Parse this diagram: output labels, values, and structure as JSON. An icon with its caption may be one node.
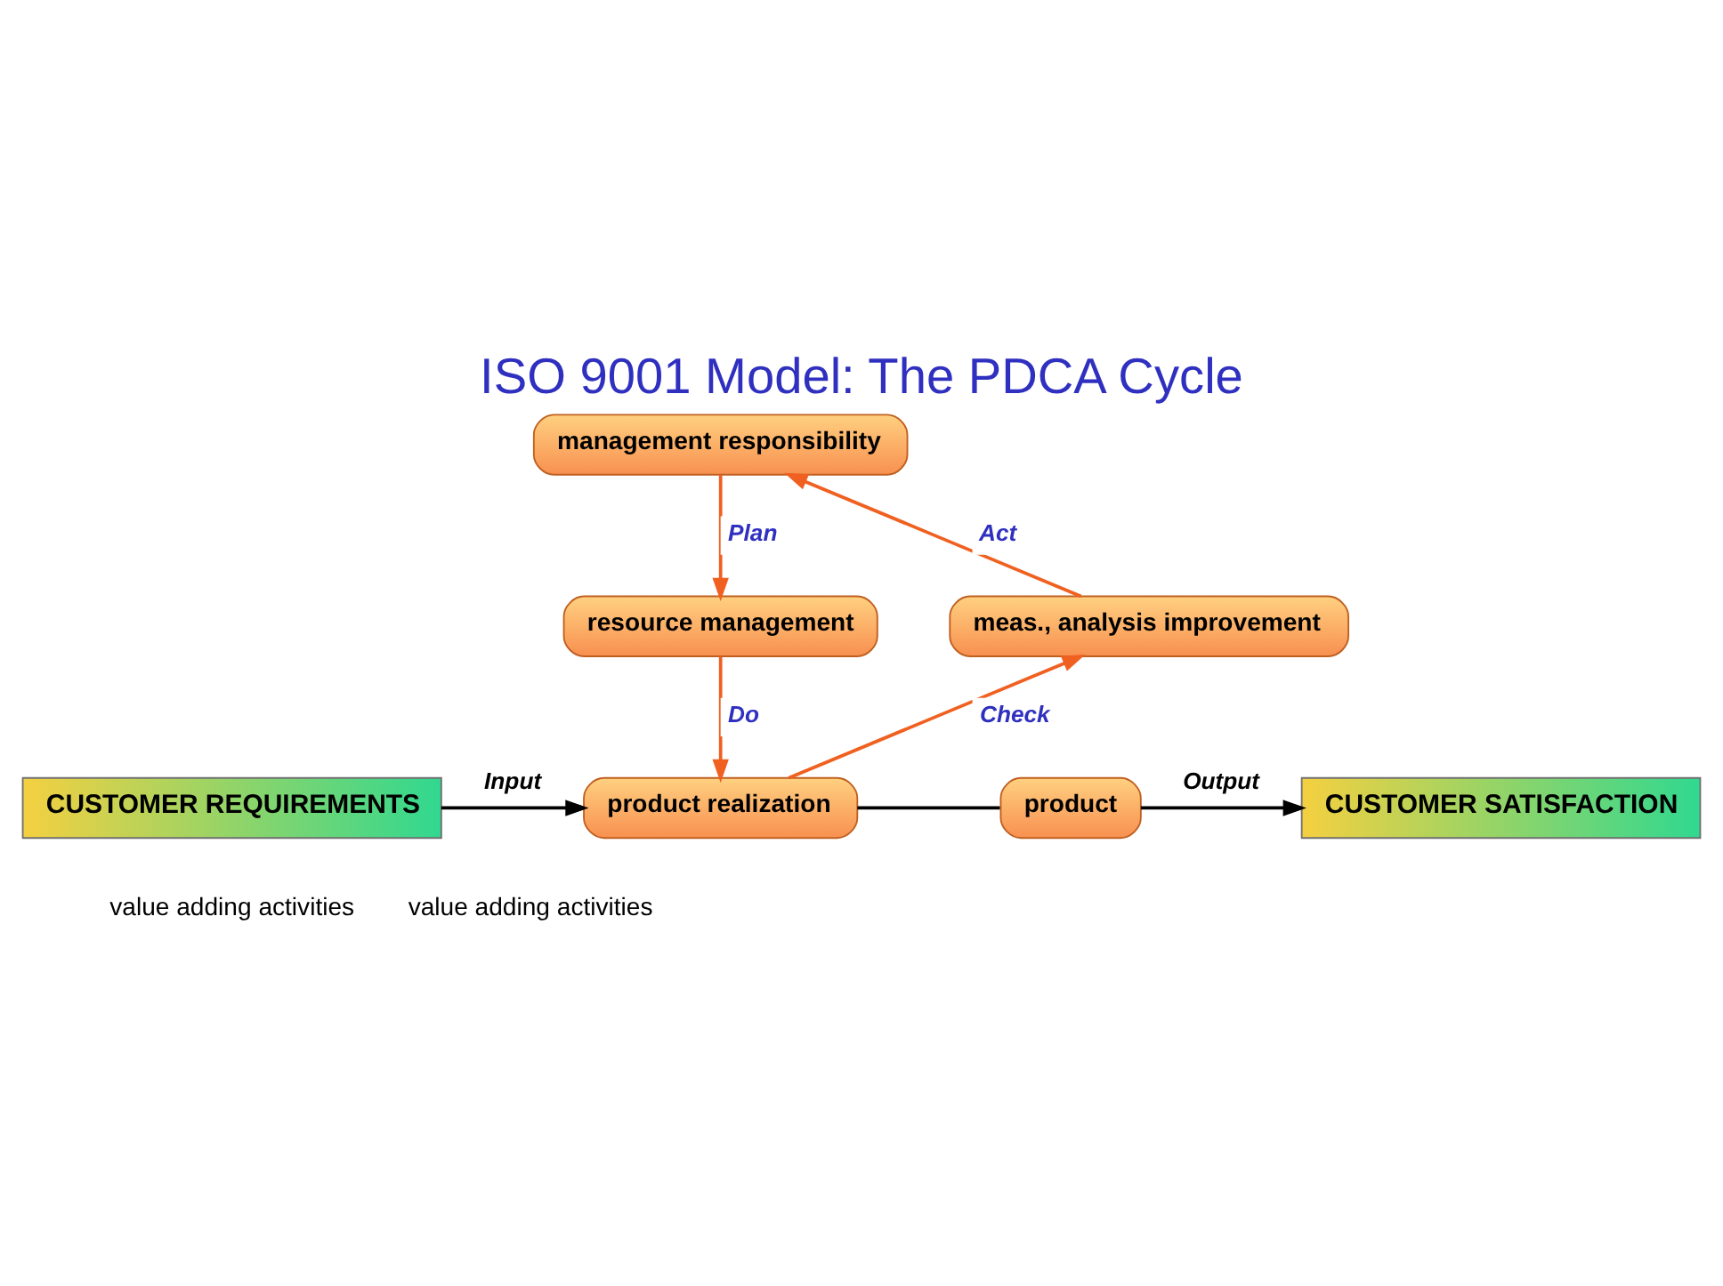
{
  "diagram": {
    "title": "ISO 9001 Model: The PDCA Cycle",
    "nodes": [
      {
        "text": [
          "CUSTOMER REQUIREMENTS"
        ]
      },
      {
        "text": [
          "management responsibility"
        ]
      },
      {
        "text": [
          "resource management"
        ]
      },
      {
        "text": [
          "meas., analysis improvement"
        ]
      },
      {
        "text": [
          "product realization"
        ]
      },
      {
        "text": [
          "product"
        ]
      },
      {
        "text": [
          "CUSTOMER SATISFACTION"
        ]
      }
    ],
    "edges": [
      {
        "from": 0,
        "to": 4,
        "arrow": "to",
        "label": "Input",
        "color": "#000000"
      },
      {
        "from": 1,
        "to": 2,
        "arrow": "to",
        "label": "Plan"
      },
      {
        "from": 2,
        "to": 4,
        "arrow": "to",
        "label": "Do"
      },
      {
        "from": 4,
        "to": 3,
        "arrow": "to",
        "label": "Check"
      },
      {
        "from": 3,
        "to": 1,
        "arrow": "to",
        "label": "Act"
      },
      {
        "from": 4,
        "to": 5,
        "arrow": "none",
        "color": "#000000"
      },
      {
        "from": 5,
        "to": 6,
        "arrow": "to",
        "label": "Output",
        "color": "#000000"
      }
    ],
    "labels": [
      "value adding activities",
      "value adding activities"
    ]
  }
}
